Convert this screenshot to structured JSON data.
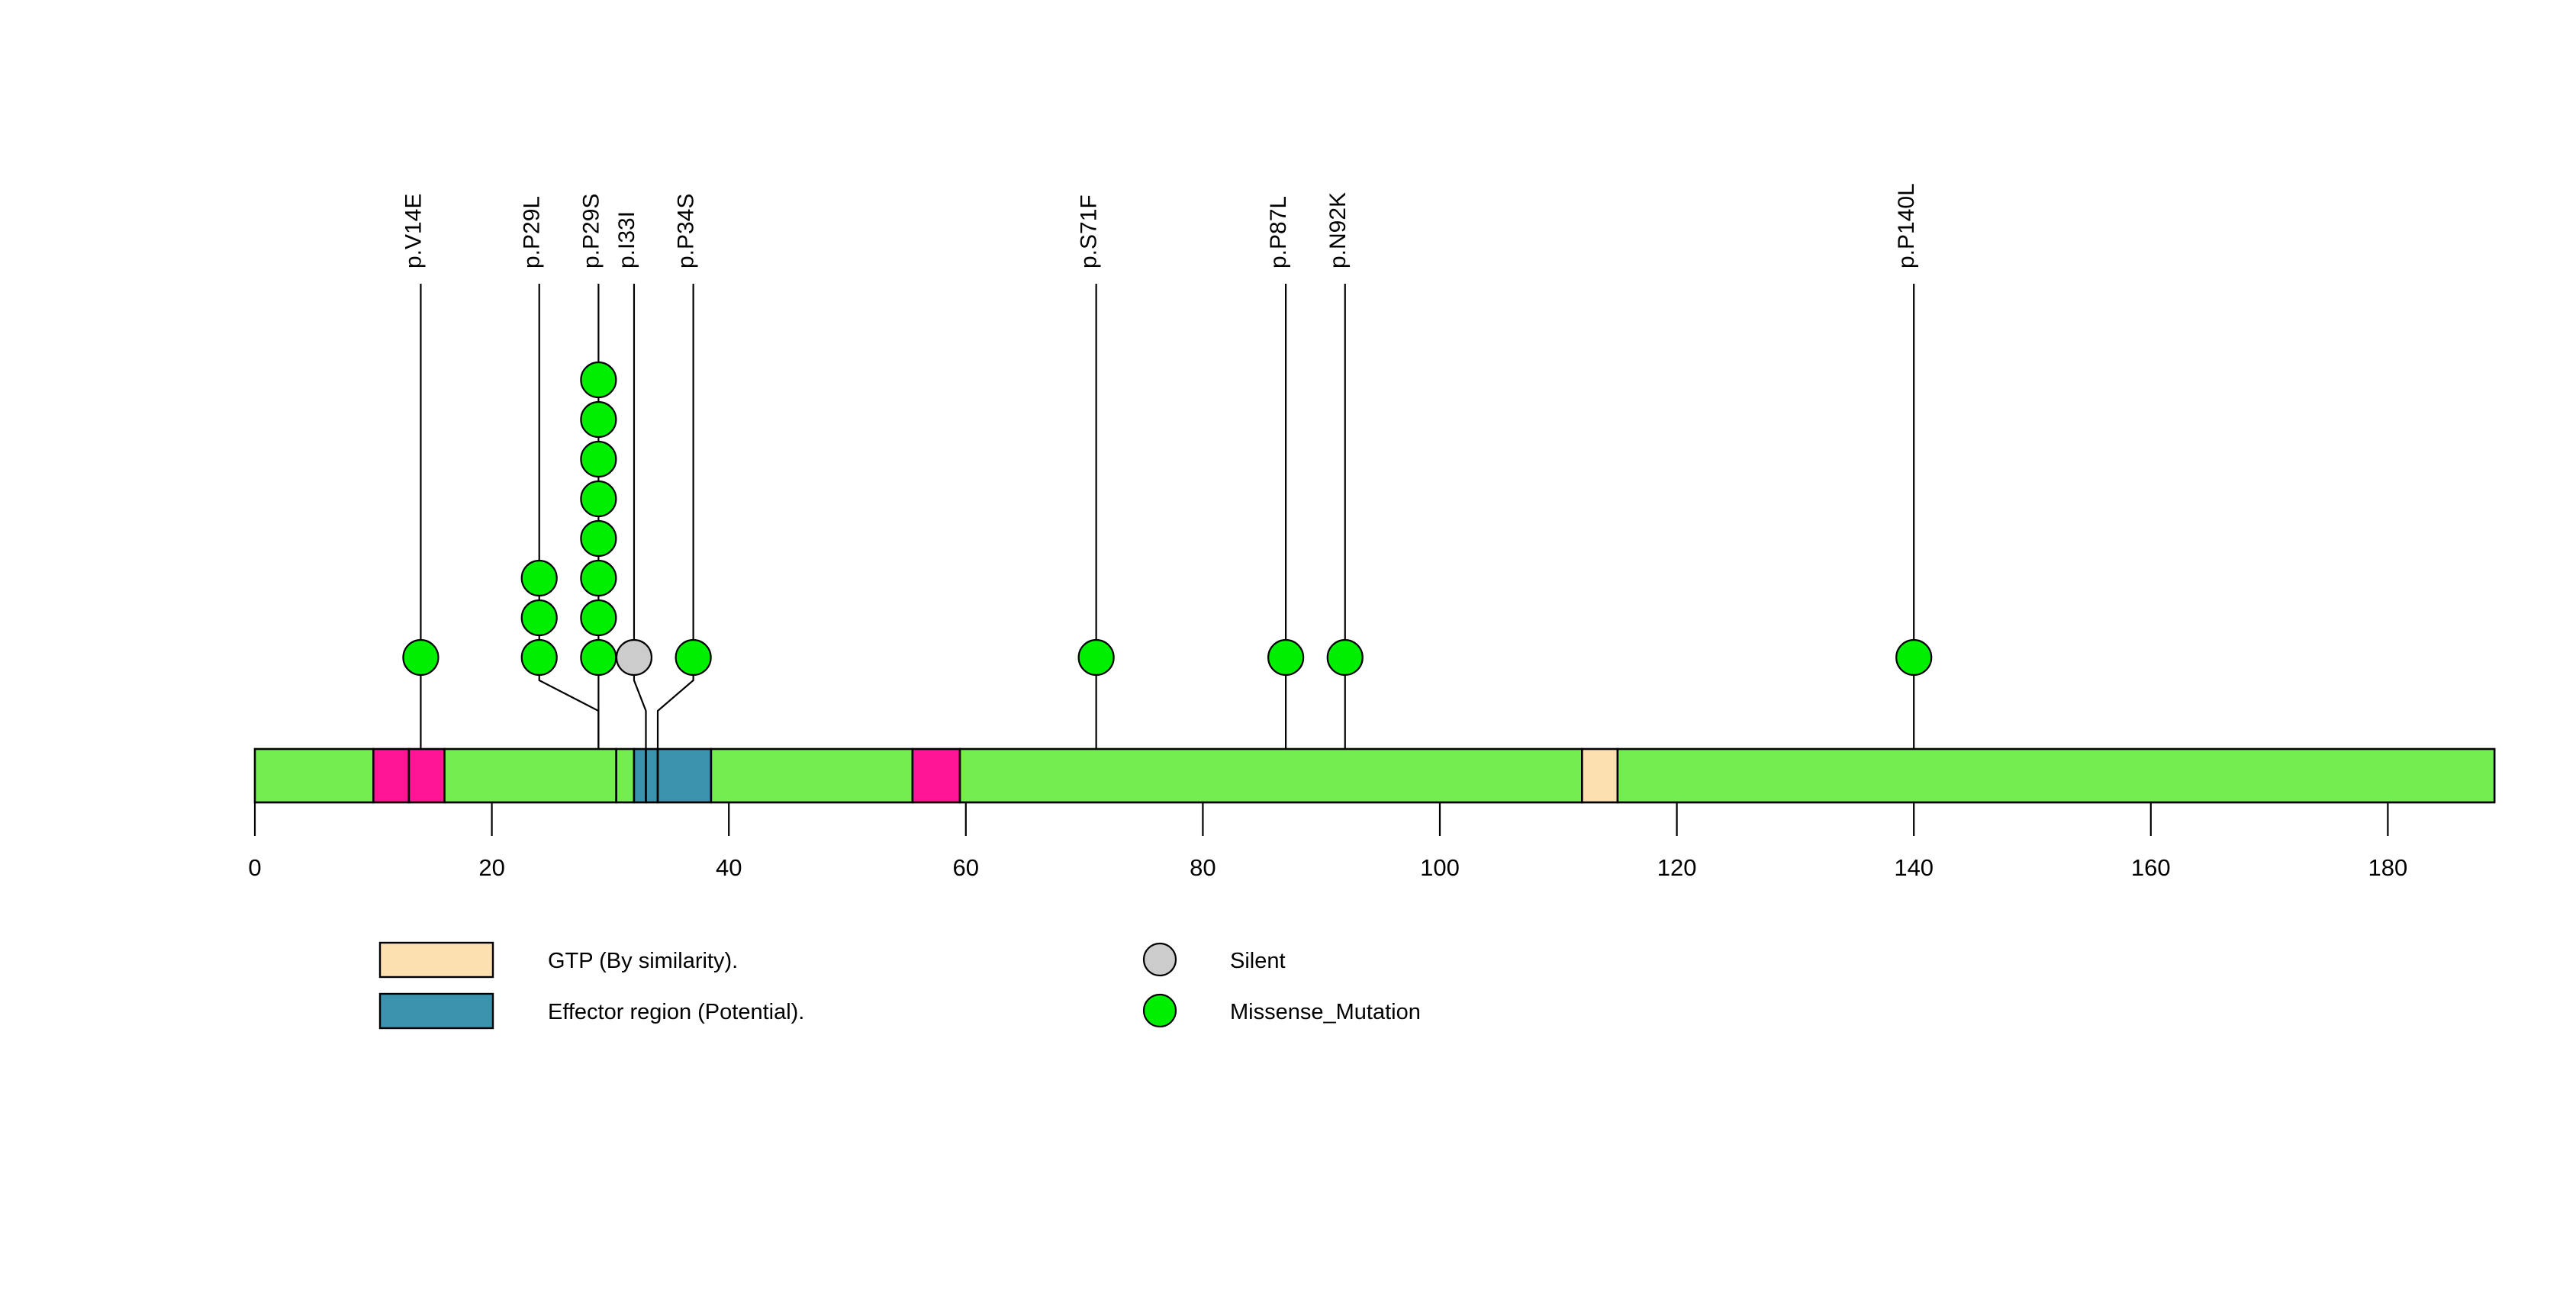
{
  "chart_data": {
    "type": "lollipop",
    "title": "",
    "xlabel": "",
    "ylabel": "",
    "xlim": [
      0,
      189
    ],
    "protein_length": 189,
    "axis_ticks": [
      0,
      20,
      40,
      60,
      80,
      100,
      120,
      140,
      160,
      180
    ],
    "axis_tick_labels": [
      "0",
      "20",
      "40",
      "60",
      "80",
      "100",
      "120",
      "140",
      "160",
      "180"
    ],
    "grid": false,
    "backbone_color": "#74EE4E",
    "mutations": [
      {
        "label": "p.V14E",
        "position": 14,
        "count": 1,
        "type": "Missense_Mutation",
        "color": "#00EE00"
      },
      {
        "label": "p.P29L",
        "position": 29,
        "count": 3,
        "type": "Missense_Mutation",
        "color": "#00EE00",
        "label_position": 24
      },
      {
        "label": "p.P29S",
        "position": 29,
        "count": 8,
        "type": "Missense_Mutation",
        "color": "#00EE00"
      },
      {
        "label": "p.I33I",
        "position": 33,
        "count": 1,
        "type": "Silent",
        "color": "#CCCCCC",
        "label_position": 32
      },
      {
        "label": "p.P34S",
        "position": 34,
        "count": 1,
        "type": "Missense_Mutation",
        "color": "#00EE00",
        "label_position": 37
      },
      {
        "label": "p.S71F",
        "position": 71,
        "count": 1,
        "type": "Missense_Mutation",
        "color": "#00EE00"
      },
      {
        "label": "p.P87L",
        "position": 87,
        "count": 1,
        "type": "Missense_Mutation",
        "color": "#00EE00"
      },
      {
        "label": "p.N92K",
        "position": 92,
        "count": 1,
        "type": "Missense_Mutation",
        "color": "#00EE00"
      },
      {
        "label": "p.P140L",
        "position": 140,
        "count": 1,
        "type": "Missense_Mutation",
        "color": "#00EE00"
      }
    ],
    "domains": [
      {
        "name": "",
        "start": 0,
        "end": 10,
        "color": "#74EE4E"
      },
      {
        "name": "",
        "start": 10,
        "end": 13,
        "color": "#FF1493"
      },
      {
        "name": "",
        "start": 13,
        "end": 16,
        "color": "#FF1493"
      },
      {
        "name": "",
        "start": 16,
        "end": 30.5,
        "color": "#74EE4E"
      },
      {
        "name": "",
        "start": 30.5,
        "end": 32,
        "color": "#74EE4E"
      },
      {
        "name": "Effector region (Potential).",
        "start": 32,
        "end": 33,
        "color": "#3B92AD"
      },
      {
        "name": "Effector region (Potential).",
        "start": 33,
        "end": 34,
        "color": "#3B92AD"
      },
      {
        "name": "Effector region (Potential).",
        "start": 34,
        "end": 38.5,
        "color": "#3B92AD"
      },
      {
        "name": "",
        "start": 38.5,
        "end": 55.5,
        "color": "#74EE4E"
      },
      {
        "name": "",
        "start": 55.5,
        "end": 59.5,
        "color": "#FF1493"
      },
      {
        "name": "",
        "start": 59.5,
        "end": 112,
        "color": "#74EE4E"
      },
      {
        "name": "GTP (By similarity).",
        "start": 112,
        "end": 115,
        "color": "#FCE0B0"
      },
      {
        "name": "",
        "start": 115,
        "end": 189,
        "color": "#74EE4E"
      }
    ],
    "legend": {
      "position": "bottom",
      "domain_entries": [
        {
          "label": "GTP (By similarity).",
          "color": "#FCE0B0",
          "shape": "rect"
        },
        {
          "label": "Effector region (Potential).",
          "color": "#3B92AD",
          "shape": "rect"
        }
      ],
      "mutation_entries": [
        {
          "label": "Silent",
          "color": "#CCCCCC",
          "shape": "circle"
        },
        {
          "label": "Missense_Mutation",
          "color": "#00EE00",
          "shape": "circle"
        }
      ]
    }
  }
}
